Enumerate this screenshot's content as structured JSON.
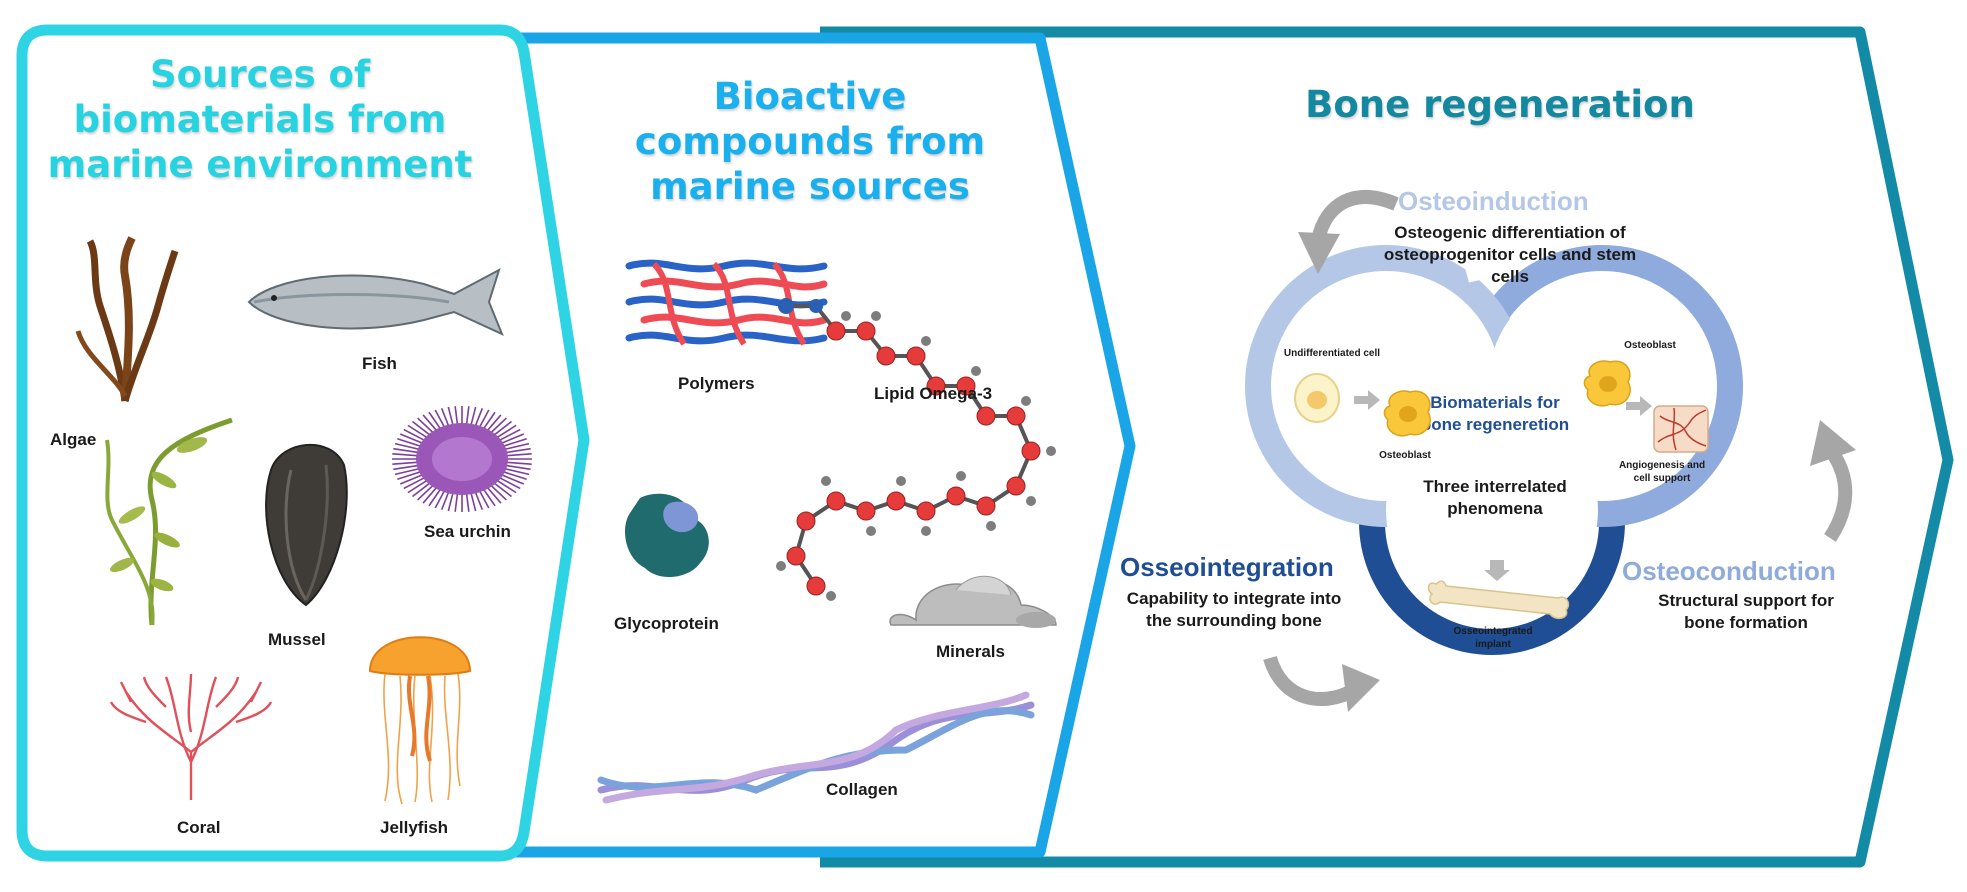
{
  "panel1": {
    "title": "Sources of biomaterials from marine environment",
    "items": [
      "Algae",
      "Fish",
      "Mussel",
      "Sea urchin",
      "Coral",
      "Jellyfish"
    ]
  },
  "panel2": {
    "title": "Bioactive compounds from marine sources",
    "items": [
      "Polymers",
      "Lipid Omega-3",
      "Glycoprotein",
      "Minerals",
      "Collagen"
    ]
  },
  "panel3": {
    "title": "Bone regeneration",
    "osteoinduction": {
      "title": "Osteoinduction",
      "desc": "Osteogenic differentiation of osteoprogenitor cells and stem cells"
    },
    "osseointegration": {
      "title": "Osseointegration",
      "desc": "Capability to integrate into the surrounding bone"
    },
    "osteoconduction": {
      "title": "Osteoconduction",
      "desc": "Structural support for bone formation"
    },
    "center": {
      "title": "Biomaterials for bone regeneretion",
      "subtitle": "Three interrelated phenomena"
    },
    "small_labels": {
      "undifferentiated_cell": "Undifferentiated cell",
      "osteoblast_left": "Osteoblast",
      "osteoblast_right": "Osteoblast",
      "angiogenesis": "Angiogenesis and cell support",
      "implant": "Osseointegrated implant"
    }
  },
  "colors": {
    "panel1_border": "#2fd4e4",
    "panel2_border": "#1aa6e6",
    "panel3_border": "#138ba6",
    "title_cyan": "#27d3e0",
    "title_blue": "#1ab0ee",
    "title_teal": "#14889f",
    "ring_light": "#b4c7e7",
    "ring_mid": "#8faadc",
    "ring_dark": "#1f4e94",
    "center_title": "#1f4e94",
    "arrow_gray": "#a6a6a6"
  }
}
